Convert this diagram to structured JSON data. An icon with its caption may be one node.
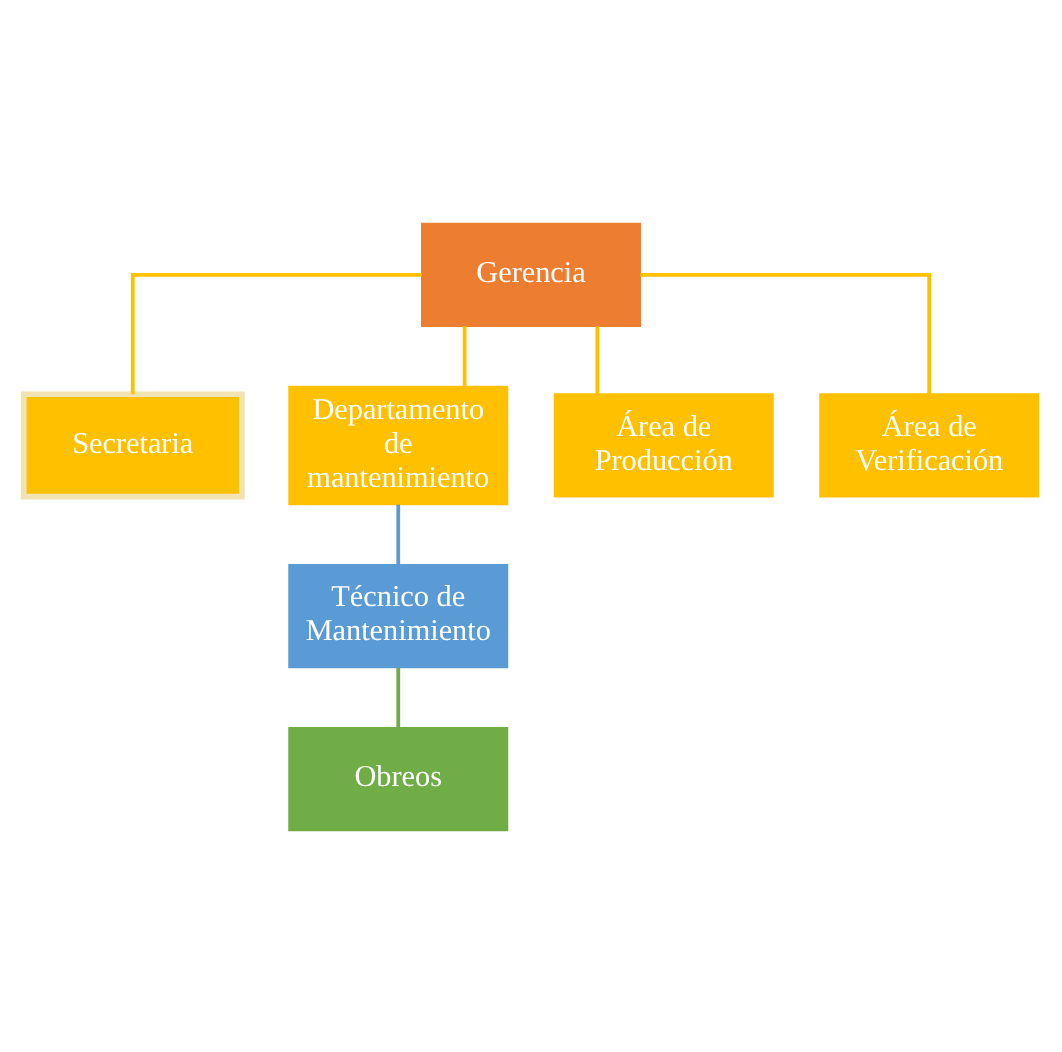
{
  "diagram": {
    "nodes": [
      {
        "text": [
          "Gerencia"
        ]
      },
      {
        "text": [
          "Secretaria"
        ]
      },
      {
        "text": [
          "Departamento de mantenimiento"
        ]
      },
      {
        "text": [
          "Área de Producción"
        ]
      },
      {
        "text": [
          "Área de Verificación"
        ]
      },
      {
        "text": [
          "Técnico de Mantenimiento"
        ]
      },
      {
        "text": [
          "Obreos"
        ]
      }
    ],
    "edges": [
      {
        "from": 0,
        "to": 1,
        "arrow": "none"
      },
      {
        "from": 0,
        "to": 2,
        "arrow": "none"
      },
      {
        "from": 0,
        "to": 3,
        "arrow": "none"
      },
      {
        "from": 0,
        "to": 4,
        "arrow": "none"
      },
      {
        "from": 2,
        "to": 5,
        "arrow": "none",
        "color": "#5b9bd5"
      },
      {
        "from": 5,
        "to": 6,
        "arrow": "none",
        "color": "#70ad47"
      }
    ]
  }
}
